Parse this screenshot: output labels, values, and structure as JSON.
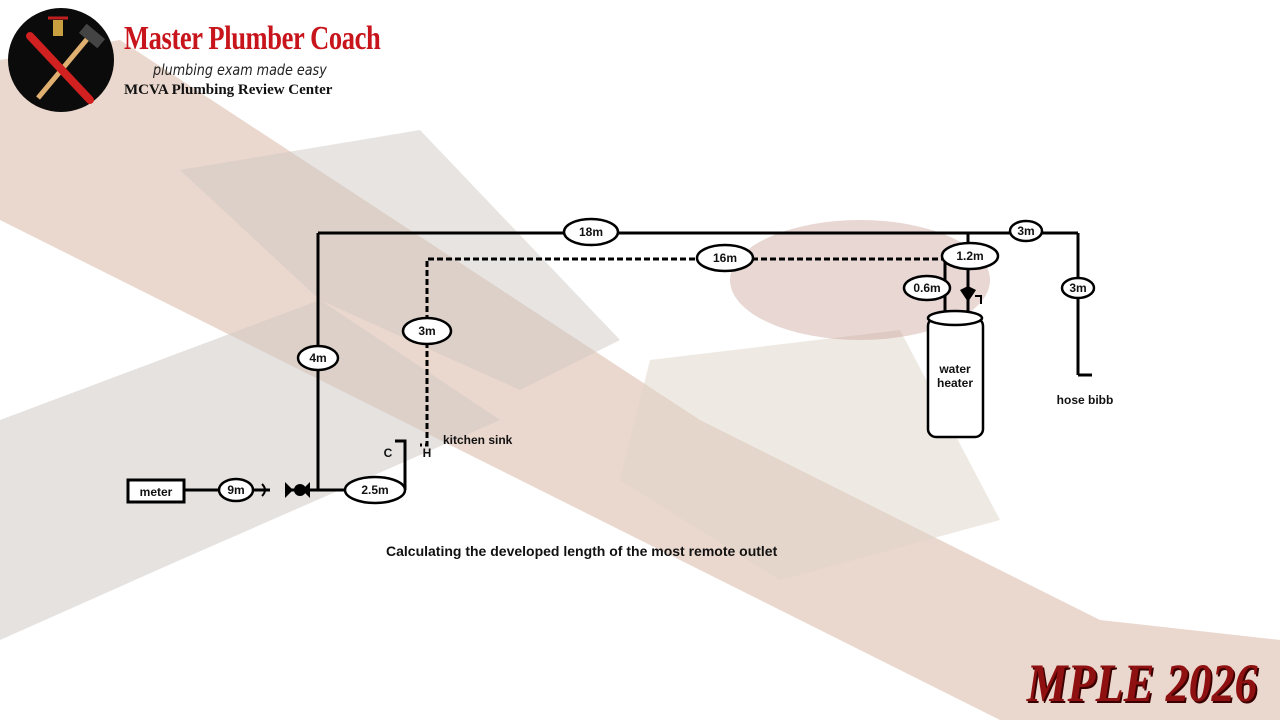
{
  "header": {
    "brand": "Master Plumber Coach",
    "tagline": "plumbing exam made easy",
    "center": "MCVA Plumbing Review Center"
  },
  "diagram": {
    "meter": "meter",
    "seg_meter": "9m",
    "seg_riser": "4m",
    "seg_sink_branch": "2.5m",
    "seg_top": "18m",
    "seg_hot_main": "16m",
    "seg_hot_riser": "3m",
    "seg_heater_cold": "1.2m",
    "seg_heater_hot": "0.6m",
    "seg_hose_run": "3m",
    "seg_hose_drop": "3m",
    "cold_label": "C",
    "hot_label": "H",
    "kitchen_sink": "kitchen sink",
    "water_heater_1": "water",
    "water_heater_2": "heater",
    "hose_bibb": "hose bibb"
  },
  "caption": "Calculating the developed length of the most remote outlet",
  "footer": "MPLE 2026"
}
